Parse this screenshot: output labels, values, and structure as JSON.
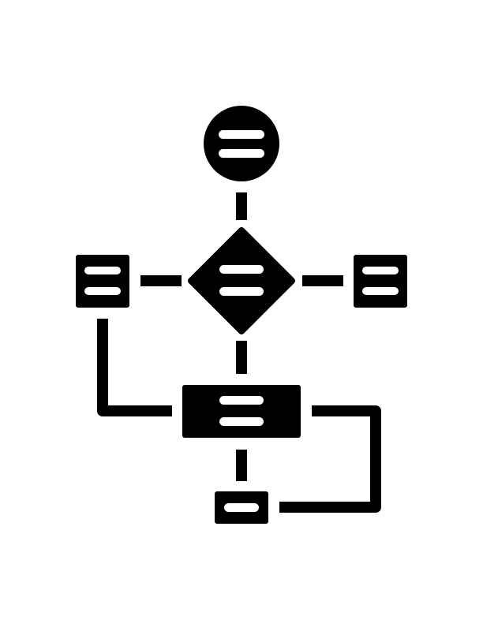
{
  "icon": {
    "name": "flowchart-icon",
    "fill_color": "#000000",
    "background_color": "#ffffff",
    "nodes": [
      {
        "id": "start",
        "shape": "circle"
      },
      {
        "id": "decision",
        "shape": "diamond"
      },
      {
        "id": "left-box",
        "shape": "rectangle"
      },
      {
        "id": "right-box",
        "shape": "rectangle"
      },
      {
        "id": "process",
        "shape": "rectangle"
      },
      {
        "id": "end",
        "shape": "rectangle"
      }
    ],
    "connectors": [
      {
        "from": "start",
        "to": "decision"
      },
      {
        "from": "decision",
        "to": "left-box"
      },
      {
        "from": "decision",
        "to": "right-box"
      },
      {
        "from": "decision",
        "to": "process"
      },
      {
        "from": "left-box",
        "to": "process"
      },
      {
        "from": "process",
        "to": "end"
      },
      {
        "from": "process",
        "to": "end",
        "route": "loop-right"
      }
    ]
  }
}
